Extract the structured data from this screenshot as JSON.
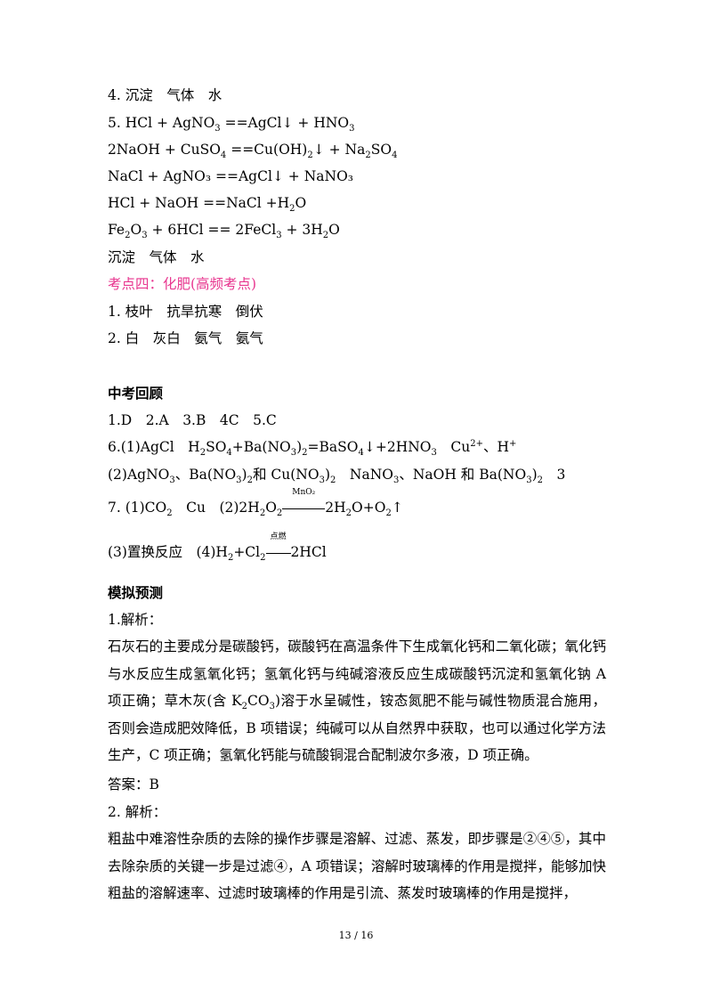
{
  "lines": {
    "l1": "4. 沉淀　气体　水",
    "l2a": "5. HCl + AgNO",
    "l2b": " ==AgCl↓ + HNO",
    "l3a": "2NaOH + CuSO",
    "l3b": " ==Cu(OH)",
    "l3c": "↓ + Na",
    "l3d": "SO",
    "l4": "NaCl + AgNO₃ ==AgCl↓ + NaNO₃",
    "l5a": "HCl + NaOH ==NaCl +H",
    "l5b": "O",
    "l6a": "Fe",
    "l6b": "O",
    "l6c": " + 6HCl == 2FeCl",
    "l6d": " + 3H",
    "l6e": "O",
    "l7": "沉淀　气体　水",
    "l8": "考点四：化肥(高频考点)",
    "l9": "1. 枝叶　抗旱抗寒　倒伏",
    "l10": "2. 白　灰白　氨气　氨气"
  },
  "review": {
    "heading": "中考回顾",
    "q1": "1.D　2.A　3.B　4C　5.C",
    "q6a": "6.(1)AgCl　H",
    "q6b": "SO",
    "q6c": "+Ba(NO",
    "q6d": ")",
    "q6e": "=BaSO",
    "q6f": "↓+2HNO",
    "q6g": "　Cu",
    "q6h": "、H",
    "q6_2a": "(2)AgNO",
    "q6_2b": "、Ba(NO",
    "q6_2c": ")",
    "q6_2d": "和 Cu(NO",
    "q6_2e": ")",
    "q6_2f": "　NaNO",
    "q6_2g": "、NaOH 和 Ba(NO",
    "q6_2h": ")",
    "q6_2i": "　3",
    "q7a": "7. (1)CO",
    "q7b": "　Cu　(2)2H",
    "q7c": "O",
    "q7cond": "MnO₂",
    "q7d": "2H",
    "q7e": "O+O",
    "q7f": "↑",
    "q7_3a": "(3)置换反应　(4)H",
    "q7_3b": "+Cl",
    "q7_3cond": "点燃",
    "q7_3c": "2HCl"
  },
  "predict": {
    "heading": "模拟预测",
    "p1_label": "1.解析：",
    "p1_text_a": "石灰石的主要成分是碳酸钙，碳酸钙在高温条件下生成氧化钙和二氧化碳；氧化钙与水反应生成氢氧化钙；氢氧化钙与纯碱溶液反应生成碳酸钙沉淀和氢氧化钠 A 项正确；草木灰(含 K",
    "p1_text_b": "CO",
    "p1_text_c": ")溶于水呈碱性，铵态氮肥不能与碱性物质混合施用，否则会造成肥效降低，B 项错误；纯碱可以从自然界中获取，也可以通过化学方法生产，C 项正确；氢氧化钙能与硫酸铜混合配制波尔多液，D 项正确。",
    "p1_answer": "答案：B",
    "p2_label": "2. 解析：",
    "p2_text": "粗盐中难溶性杂质的去除的操作步骤是溶解、过滤、蒸发，即步骤是②④⑤，其中去除杂质的关键一步是过滤④，A 项错误；溶解时玻璃棒的作用是搅拌，能够加快粗盐的溶解速率、过滤时玻璃棒的作用是引流、蒸发时玻璃棒的作用是搅拌，"
  },
  "subs": {
    "two": "2",
    "three": "3",
    "four": "4",
    "twoplus": "2+",
    "plus": "+"
  },
  "footer": {
    "page": "13 / 16"
  }
}
